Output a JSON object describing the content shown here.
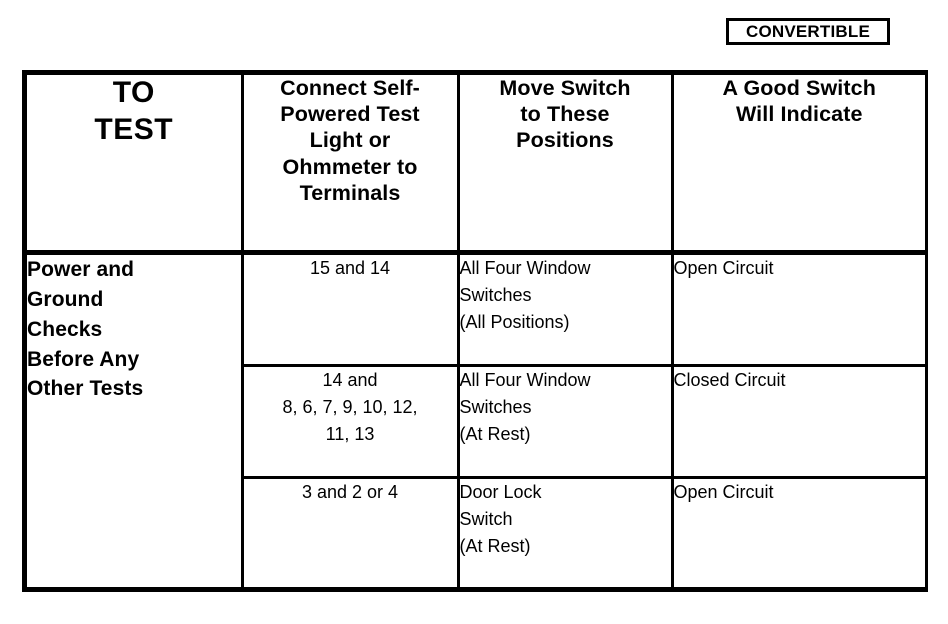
{
  "badge": {
    "label": "CONVERTIBLE"
  },
  "table": {
    "headers": [
      {
        "lines": [
          "TO",
          "TEST"
        ]
      },
      {
        "lines": [
          "Connect Self-",
          "Powered Test",
          "Light or",
          "Ohmmeter to",
          "Terminals"
        ]
      },
      {
        "lines": [
          "Move Switch",
          "to These",
          "Positions"
        ]
      },
      {
        "lines": [
          "A Good Switch",
          "Will Indicate"
        ]
      }
    ],
    "row_header_cell": {
      "lines": [
        "Power and",
        "Ground",
        "Checks",
        "Before Any",
        "Other Tests"
      ]
    },
    "rows": [
      {
        "terminals": {
          "lines": [
            "15 and 14"
          ]
        },
        "switch_positions": {
          "lines": [
            "All Four Window",
            "Switches",
            "(All Positions)"
          ]
        },
        "indication": {
          "lines": [
            "Open Circuit"
          ]
        }
      },
      {
        "terminals": {
          "lines": [
            "14 and",
            "8, 6, 7, 9, 10, 12,",
            "11, 13"
          ]
        },
        "switch_positions": {
          "lines": [
            "All Four Window",
            "Switches",
            "(At Rest)"
          ]
        },
        "indication": {
          "lines": [
            "Closed Circuit"
          ]
        }
      },
      {
        "terminals": {
          "lines": [
            "3 and 2 or 4"
          ]
        },
        "switch_positions": {
          "lines": [
            "Door Lock",
            "Switch",
            "(At Rest)"
          ]
        },
        "indication": {
          "lines": [
            "Open Circuit"
          ]
        }
      }
    ]
  },
  "colors": {
    "ink": "#000000",
    "paper": "#ffffff"
  }
}
